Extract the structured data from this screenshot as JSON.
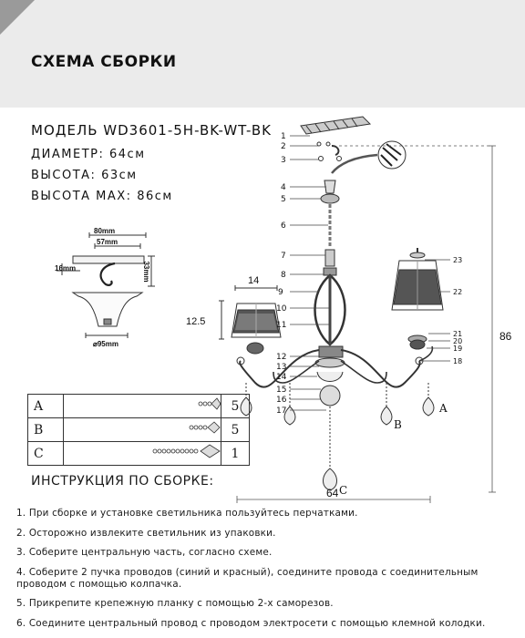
{
  "header": {
    "title": "СХЕМА СБОРКИ"
  },
  "spec": {
    "model_label": "МОДЕЛЬ",
    "model_value": "WD3601-5H-BK-WT-BK",
    "diameter_label": "ДИАМЕТР:",
    "diameter_value": "64см",
    "height_label": "ВЫСОТА:",
    "height_value": "63см",
    "height_max_label": "ВЫСОТА MAX:",
    "height_max_value": "86см"
  },
  "canopy_dims": {
    "d80": "80mm",
    "d57": "57mm",
    "d16": "16mm",
    "d33": "33mm",
    "d95": "⌀95mm"
  },
  "shade_dims": {
    "width": "14",
    "height": "12.5"
  },
  "overall_dims": {
    "height": "86",
    "width": "64"
  },
  "callouts": [
    "1",
    "2",
    "3",
    "4",
    "5",
    "6",
    "7",
    "8",
    "9",
    "10",
    "11",
    "12",
    "13",
    "14",
    "15",
    "16",
    "17",
    "23",
    "22",
    "21",
    "20",
    "19",
    "18"
  ],
  "letters": {
    "a": "A",
    "b": "B",
    "c": "C"
  },
  "parts": [
    {
      "code": "A",
      "qty": "5"
    },
    {
      "code": "B",
      "qty": "5"
    },
    {
      "code": "C",
      "qty": "1"
    }
  ],
  "instructions": {
    "title": "ИНСТРУКЦИЯ ПО СБОРКЕ:",
    "steps": [
      "1. При сборке и установке светильника пользуйтесь перчатками.",
      "2. Осторожно извлеките светильник из упаковки.",
      "3. Соберите центральную часть, согласно схеме.",
      "4. Соберите 2 пучка проводов (синий и красный), соедините провода с соединительным проводом с помощью колпачка.",
      "5. Прикрепите крепежную планку с помощью 2-х саморезов.",
      "6. Соедините центральный провод с проводом электросети с помощью клемной колодки."
    ]
  },
  "colors": {
    "header_bg": "#ebebeb",
    "corner": "#9a9a9a",
    "line": "#333333"
  }
}
